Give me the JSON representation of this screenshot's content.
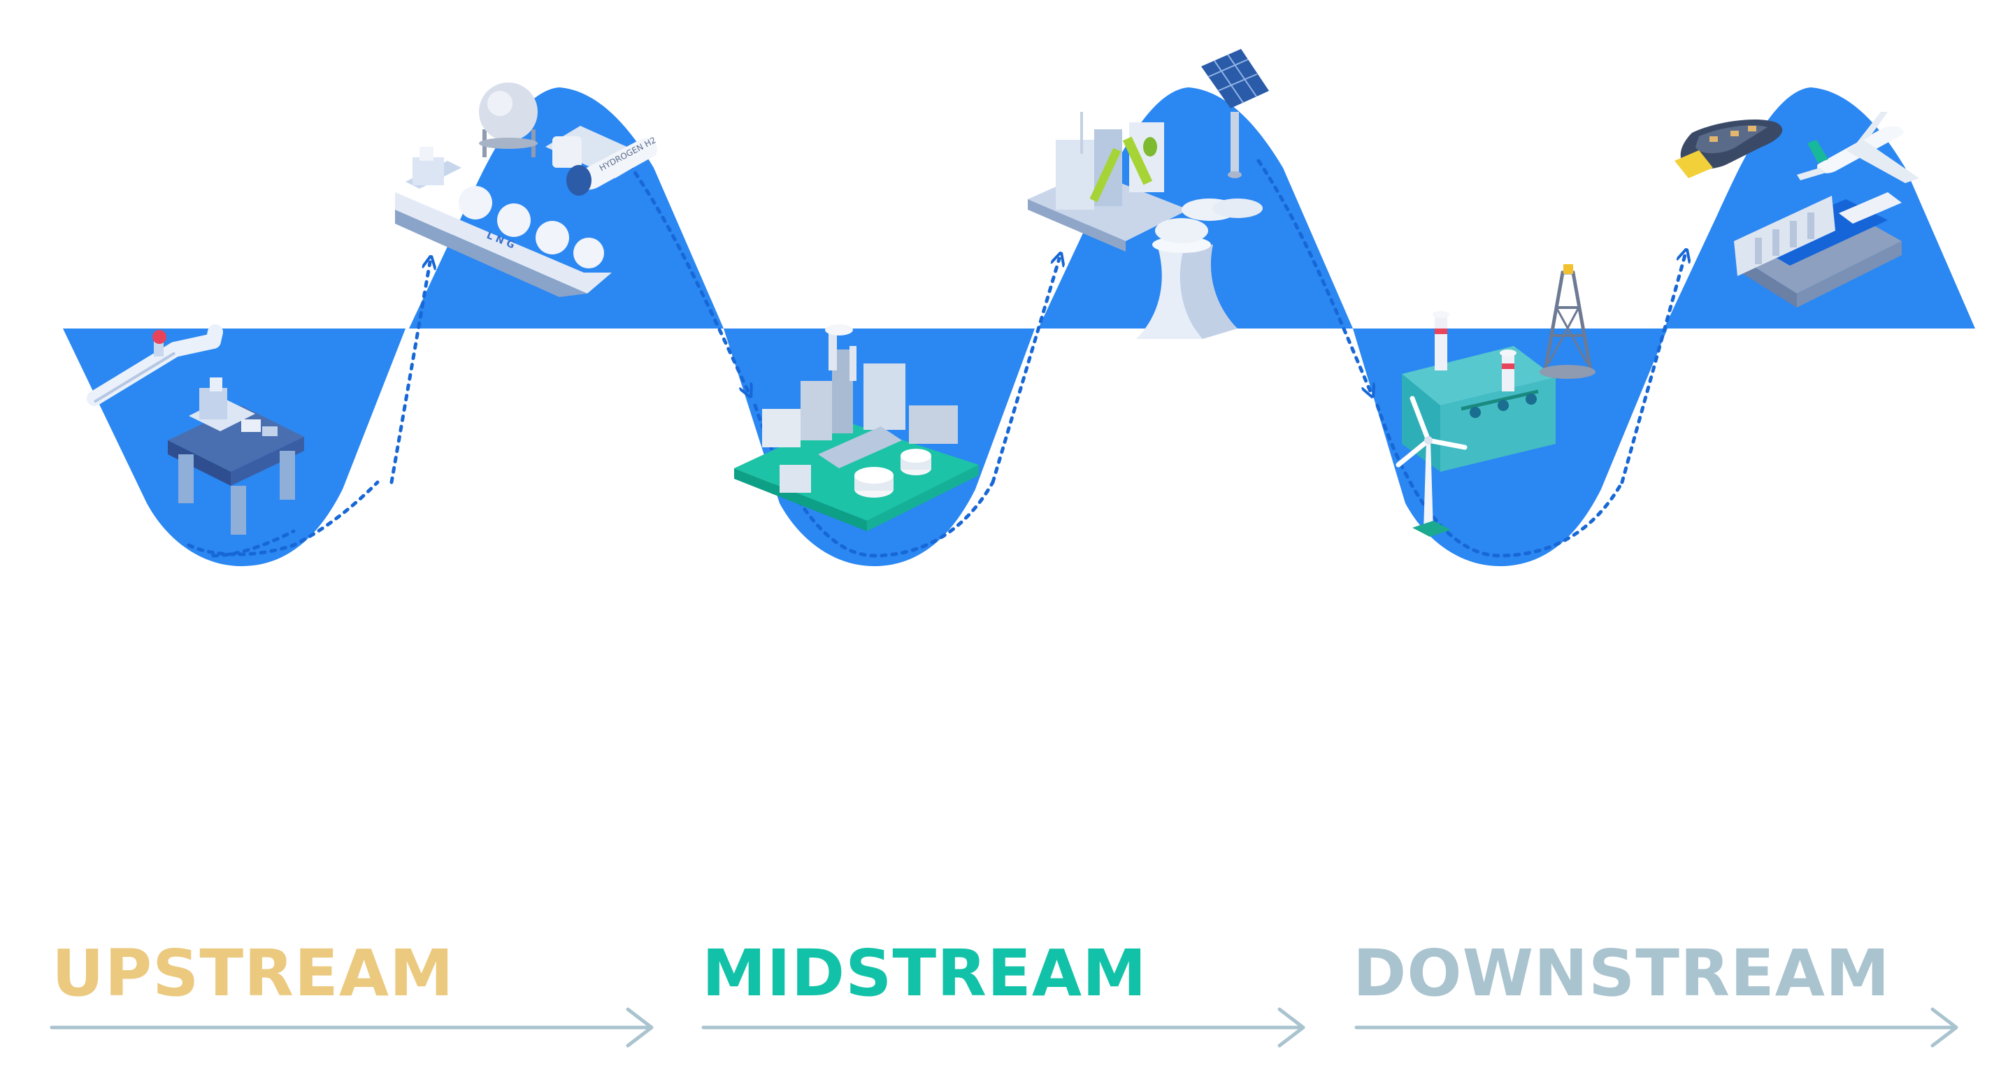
{
  "stages": [
    {
      "label": "UPSTREAM",
      "color": "#EBC97F"
    },
    {
      "label": "MIDSTREAM",
      "color": "#12C2A8"
    },
    {
      "label": "DOWNSTREAM",
      "color": "#A9C3CF"
    }
  ],
  "colors": {
    "wave": "#2B87F2",
    "wave_dash": "#1767D6",
    "arrow_line": "#A9C3CF",
    "ship_text": "#3B6FCC"
  },
  "icons": [
    "pipeline-icon",
    "offshore-rig-icon",
    "lng-ship-icon",
    "gas-storage-icon",
    "hydrogen-tank-icon",
    "refinery-icon",
    "carbon-capture-plant-icon",
    "solar-panel-icon",
    "cooling-tower-icon",
    "tidal-turbine-icon",
    "wind-turbine-icon",
    "oil-derrick-icon",
    "conveyor-icon",
    "airplane-icon",
    "dam-icon"
  ],
  "illustration_text": {
    "ship_marking": "L N G",
    "tank_marking": "HYDROGEN H2"
  }
}
